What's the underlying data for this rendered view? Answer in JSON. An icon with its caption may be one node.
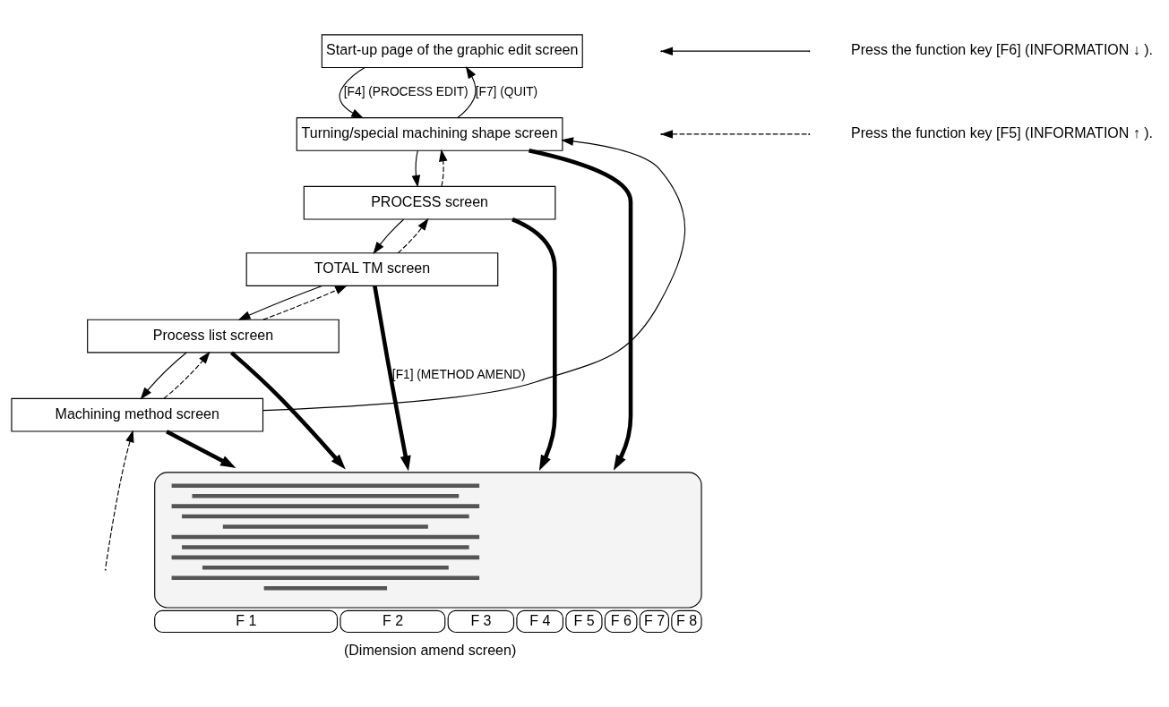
{
  "diagram": {
    "nodes": [
      {
        "text": [
          "Start-up page of the graphic edit screen"
        ]
      },
      {
        "text": [
          "Turning/special machining shape screen"
        ]
      },
      {
        "text": [
          "PROCESS screen"
        ]
      },
      {
        "text": [
          "TOTAL TM screen"
        ]
      },
      {
        "text": [
          "Process list screen"
        ]
      },
      {
        "text": [
          "Machining method screen"
        ]
      },
      {
        "text": [],
        "shape": "picture",
        "beside": [
          "F 1",
          "F 2",
          "F 3",
          "F 4",
          "F 5",
          "F 6",
          "F 7",
          "F 8",
          "(Dimension amend screen)"
        ]
      }
    ],
    "edges": [
      {
        "from": 0,
        "to": 1,
        "arrow": "to",
        "label": "[F4] (PROCESS EDIT)"
      },
      {
        "from": 1,
        "to": 0,
        "arrow": "to",
        "label": "[F7] (QUIT)"
      },
      {
        "from": 1,
        "to": 2,
        "arrow": "to"
      },
      {
        "from": 2,
        "to": 1,
        "arrow": "to",
        "style": "dashed"
      },
      {
        "from": 2,
        "to": 3,
        "arrow": "to"
      },
      {
        "from": 3,
        "to": 2,
        "arrow": "to",
        "style": "dashed"
      },
      {
        "from": 3,
        "to": 4,
        "arrow": "to"
      },
      {
        "from": 4,
        "to": 3,
        "arrow": "to",
        "style": "dashed"
      },
      {
        "from": 4,
        "to": 5,
        "arrow": "to"
      },
      {
        "from": 5,
        "to": 4,
        "arrow": "to",
        "style": "dashed"
      },
      {
        "from": 5,
        "to": 1,
        "arrow": "to"
      },
      {
        "from": null,
        "to": 5,
        "arrow": "to",
        "style": "dashed"
      },
      {
        "from": 1,
        "to": 6,
        "arrow": "to",
        "style": "thick"
      },
      {
        "from": 2,
        "to": 6,
        "arrow": "to",
        "style": "thick"
      },
      {
        "from": 3,
        "to": 6,
        "arrow": "to",
        "style": "thick",
        "label": "[F1] (METHOD AMEND)"
      },
      {
        "from": 4,
        "to": 6,
        "arrow": "to",
        "style": "thick"
      },
      {
        "from": 5,
        "to": 6,
        "arrow": "to",
        "style": "thick"
      }
    ],
    "legend": [
      {
        "text": "Press the function key [F6] (INFORMATION ↓ )."
      },
      {
        "text": "Press the function key [F5] (INFORMATION ↑ )."
      }
    ]
  }
}
